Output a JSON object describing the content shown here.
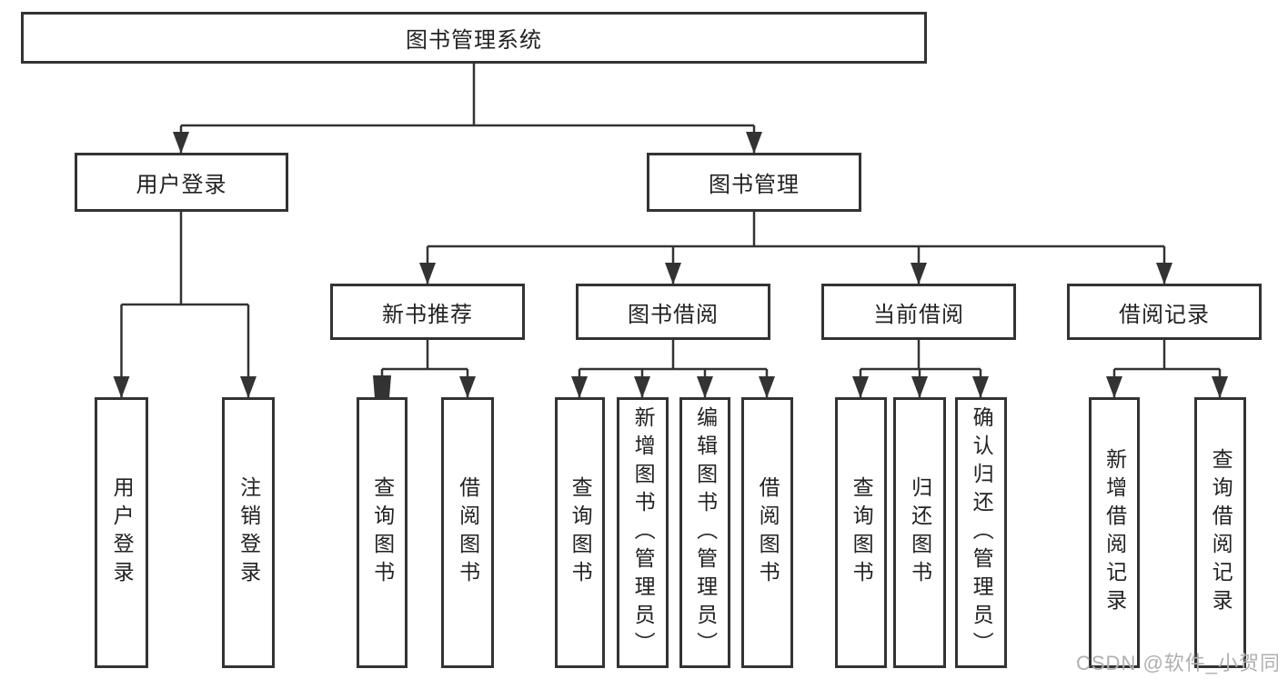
{
  "tree": {
    "label": "图书管理系统",
    "children": [
      {
        "label": "用户登录",
        "children": [
          {
            "label": "用户登录"
          },
          {
            "label": "注销登录"
          }
        ]
      },
      {
        "label": "图书管理",
        "children": [
          {
            "label": "新书推荐",
            "children": [
              {
                "label": "查询图书"
              },
              {
                "label": "借阅图书"
              }
            ]
          },
          {
            "label": "图书借阅",
            "children": [
              {
                "label": "查询图书"
              },
              {
                "label": "新增图书（管理员）"
              },
              {
                "label": "编辑图书（管理员）"
              },
              {
                "label": "借阅图书"
              }
            ]
          },
          {
            "label": "当前借阅",
            "children": [
              {
                "label": "查询图书"
              },
              {
                "label": "归还图书"
              },
              {
                "label": "确认归还（管理员）"
              }
            ]
          },
          {
            "label": "借阅记录",
            "children": [
              {
                "label": "新增借阅记录"
              },
              {
                "label": "查询借阅记录"
              }
            ]
          }
        ]
      }
    ]
  },
  "watermark": {
    "text": "CSDN @软件_小贺同学"
  },
  "colors": {
    "line": "#333333",
    "text": "#222222",
    "watermark": "#b0b0b0",
    "background": "#ffffff"
  }
}
